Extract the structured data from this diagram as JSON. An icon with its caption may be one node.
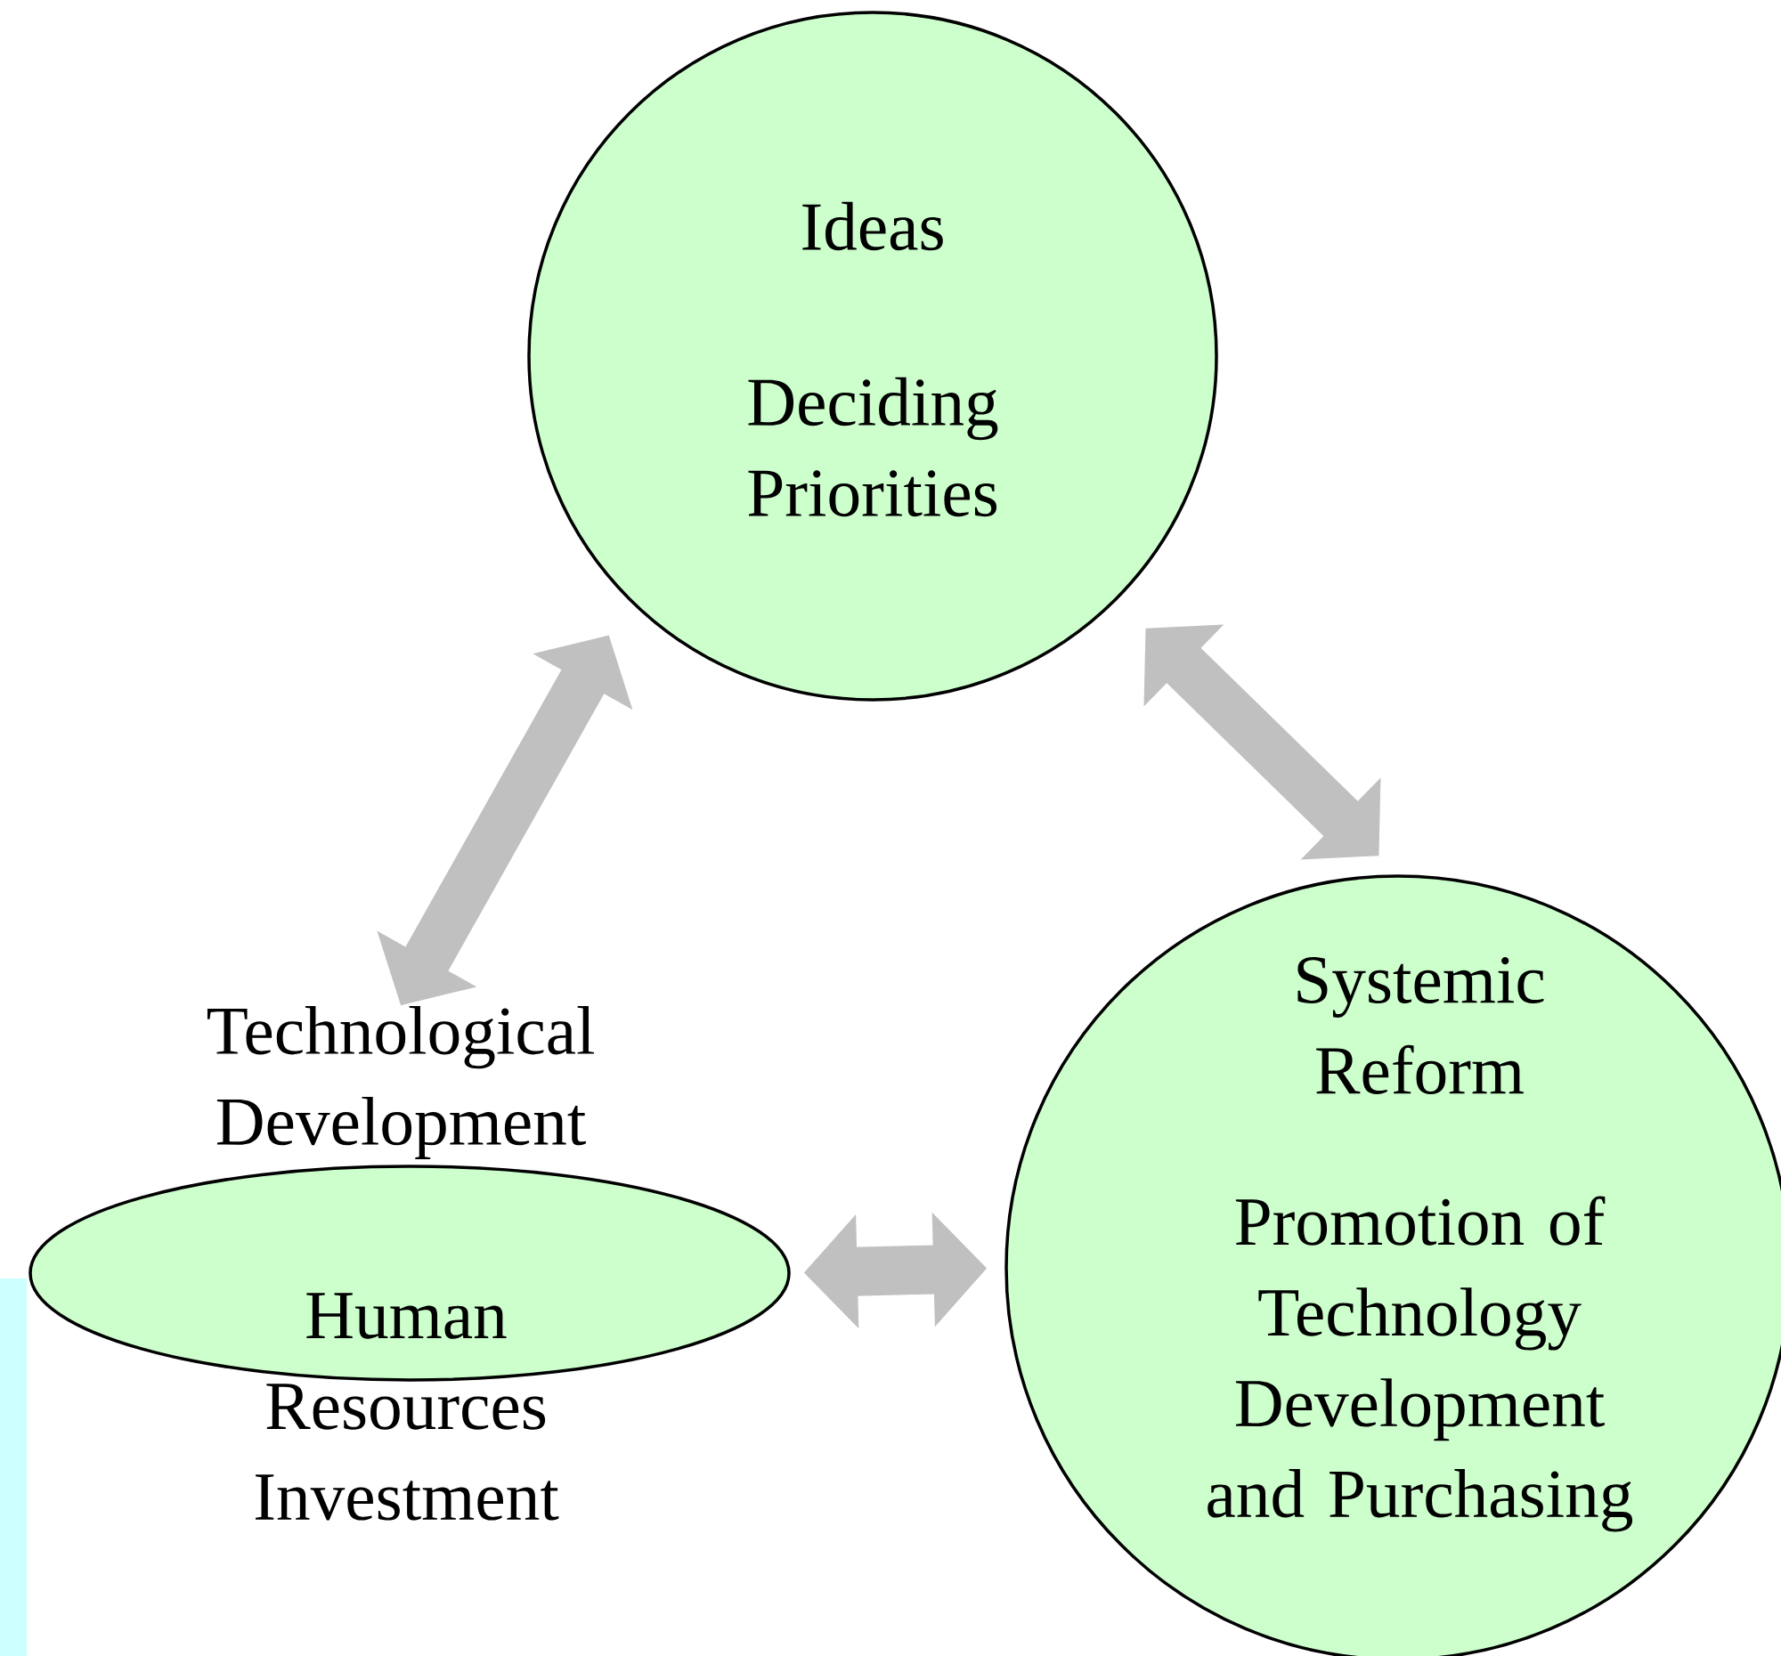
{
  "diagram": {
    "nodes": [
      {
        "text": [
          "Ideas",
          "Deciding Priorities"
        ]
      },
      {
        "text": [
          "Technological Development",
          "Human Resources Investment"
        ]
      },
      {
        "text": [
          "Systemic Reform",
          "Promotion of Technology Development and Purchasing"
        ]
      },
      {
        "text": [],
        "shape": "bar"
      }
    ],
    "edges": [
      {
        "from": 0,
        "to": 1,
        "arrow": "both"
      },
      {
        "from": 0,
        "to": 2,
        "arrow": "both"
      },
      {
        "from": 1,
        "to": 2,
        "arrow": "both"
      }
    ]
  }
}
